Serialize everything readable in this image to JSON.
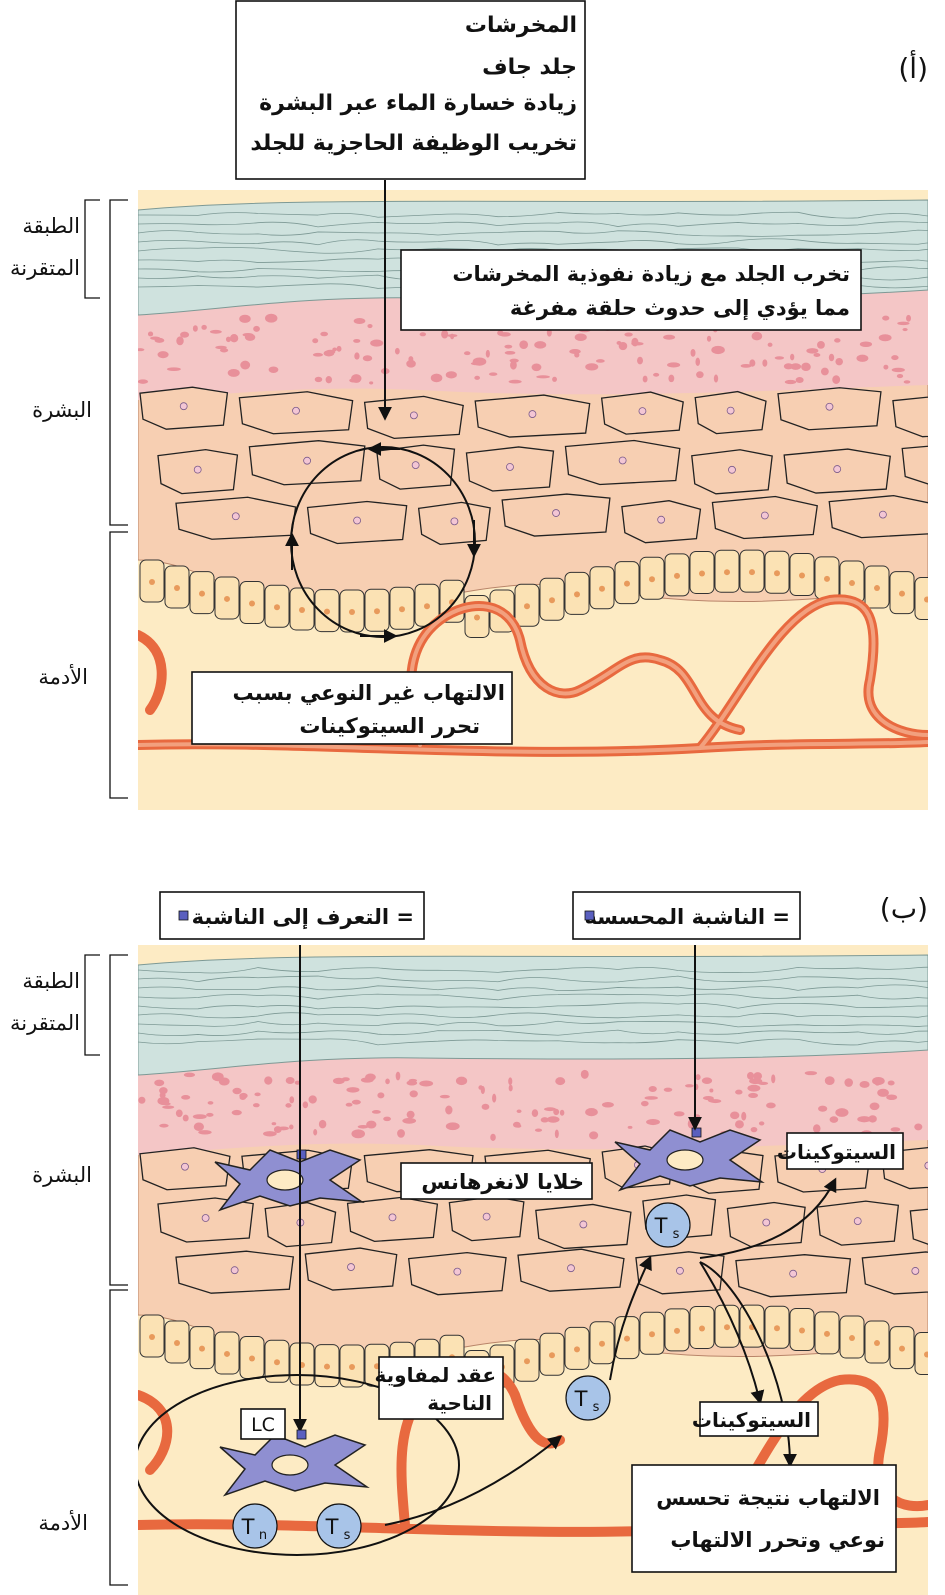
{
  "panel_a": {
    "marker": "(أ)",
    "top_box": [
      "المخرشات",
      "جلد جاف",
      "زيادة خسارة الماء عبر البشرة",
      "تخريب الوظيفة الحاجزية للجلد"
    ],
    "damage_box": [
      "تخرب الجلد مع زيادة نفوذية المخرشات",
      "مما يؤدي إلى حدوث حلقة مفرغة"
    ],
    "inflammation_box": [
      "الالتهاب غير النوعي بسبب",
      "تحرر السيتوكينات"
    ],
    "layers": {
      "stratum_corneum": [
        "الطبقة",
        "المتقرنة"
      ],
      "epidermis": "البشرة",
      "dermis": "الأدمة"
    }
  },
  "panel_b": {
    "marker": "(ب)",
    "recognition_box": "التعرف إلى الناشبة =",
    "hapten_box": "الناشبة المحسسة =",
    "langerhans_label": "خلايا لانغرهانس",
    "cytokines_upper": "السيتوكينات",
    "cytokines_lower": "السيتوكينات",
    "lymph_node_label": [
      "عقد لمفاوية",
      "الناحية"
    ],
    "lc_label": "LC",
    "ts_label": "Ts",
    "tn_label": "Tn",
    "t_letter": "T",
    "s_sub": "s",
    "n_sub": "n",
    "allergic_box": [
      "الالتهاب نتيجة تحسس",
      "نوعي وتحرر الالتهاب"
    ],
    "layers": {
      "stratum_corneum": [
        "الطبقة",
        "المتقرنة"
      ],
      "epidermis": "البشرة",
      "dermis": "الأدمة"
    }
  },
  "colors": {
    "corneum": "#cfe2de",
    "granular_pink": "#f4c6c6",
    "spinous": "#f7cfb2",
    "basal": "#fbe2b4",
    "dermis": "#fdebc4",
    "vessel": "#e8693f",
    "langerhans": "#8f8fd1",
    "tcell": "#a8c4e8",
    "dot": "#e8909a"
  }
}
